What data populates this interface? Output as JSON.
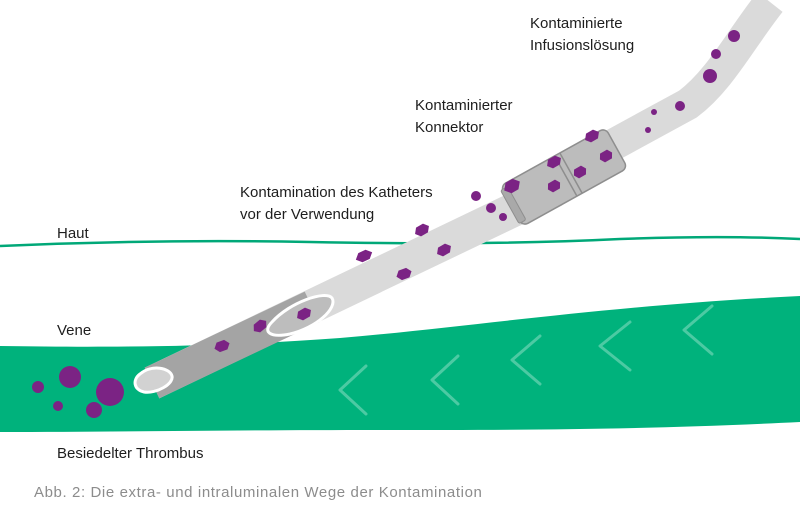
{
  "labels": {
    "infusion_line1": "Kontaminierte",
    "infusion_line2": "Infusionslösung",
    "connector_line1": "Kontaminierter",
    "connector_line2": "Konnektor",
    "catheter_line1": "Kontamination des Katheters",
    "catheter_line2": "vor der Verwendung",
    "skin": "Haut",
    "vein": "Vene",
    "thrombus": "Besiedelter Thrombus"
  },
  "caption": "Abb. 2: Die extra- und intraluminalen Wege der Kontamination",
  "colors": {
    "vein": "#00b27c",
    "skin_line": "#00a878",
    "catheter_outside": "#dadada",
    "catheter_inside": "#a4a4a4",
    "connector": "#bcbcbc",
    "contamination": "#7b2384",
    "flow_arrows": "#4ccaa3",
    "label_text": "#1e1e1e",
    "caption_text": "#8c8c8c"
  }
}
